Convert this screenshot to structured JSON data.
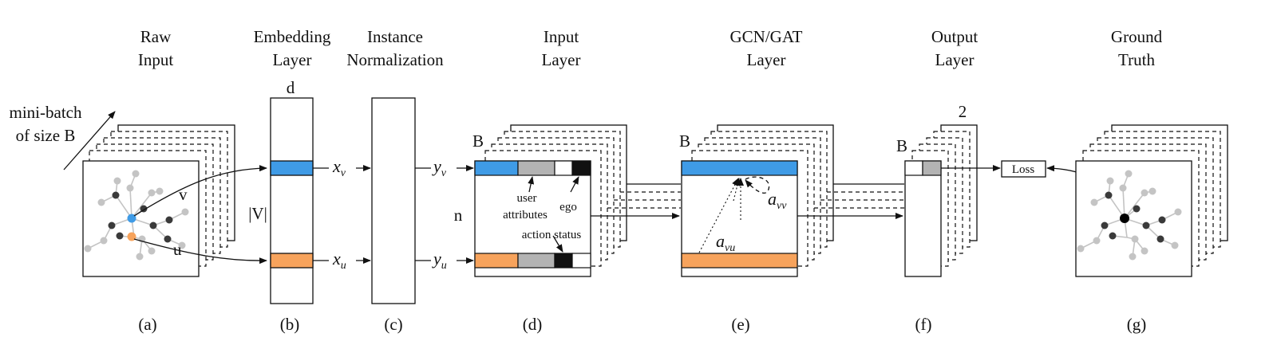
{
  "columns": [
    {
      "id": "a",
      "header": [
        "Raw",
        "Input"
      ],
      "caption": "(a)"
    },
    {
      "id": "b",
      "header": [
        "Embedding",
        "Layer"
      ],
      "caption": "(b)"
    },
    {
      "id": "c",
      "header": [
        "Instance",
        "Normalization"
      ],
      "caption": "(c)"
    },
    {
      "id": "d",
      "header": [
        "Input",
        "Layer"
      ],
      "caption": "(d)"
    },
    {
      "id": "e",
      "header": [
        "GCN/GAT",
        "Layer"
      ],
      "caption": "(e)"
    },
    {
      "id": "f",
      "header": [
        "Output",
        "Layer"
      ],
      "caption": "(f)"
    },
    {
      "id": "g",
      "header": [
        "Ground",
        "Truth"
      ],
      "caption": "(g)"
    }
  ],
  "minibatch": [
    "mini-batch",
    "of size B"
  ],
  "node_labels": {
    "v": "v",
    "u": "u"
  },
  "dims": {
    "d": "d",
    "V": "|V|",
    "n": "n",
    "B": "B",
    "two": "2"
  },
  "math": {
    "xv": "x",
    "xv_sub": "v",
    "xu": "x",
    "xu_sub": "u",
    "yv": "y",
    "yv_sub": "v",
    "yu": "y",
    "yu_sub": "u",
    "avv": "a",
    "avv_sub": "vv",
    "avu": "a",
    "avu_sub": "vu"
  },
  "annotations": {
    "user_attr": [
      "user",
      "attributes"
    ],
    "ego": "ego",
    "action": "action status"
  },
  "loss": "Loss",
  "colors": {
    "blue": "#3f9be6",
    "orange": "#f7a35c",
    "gray": "#b3b3b3",
    "black": "#111111"
  }
}
